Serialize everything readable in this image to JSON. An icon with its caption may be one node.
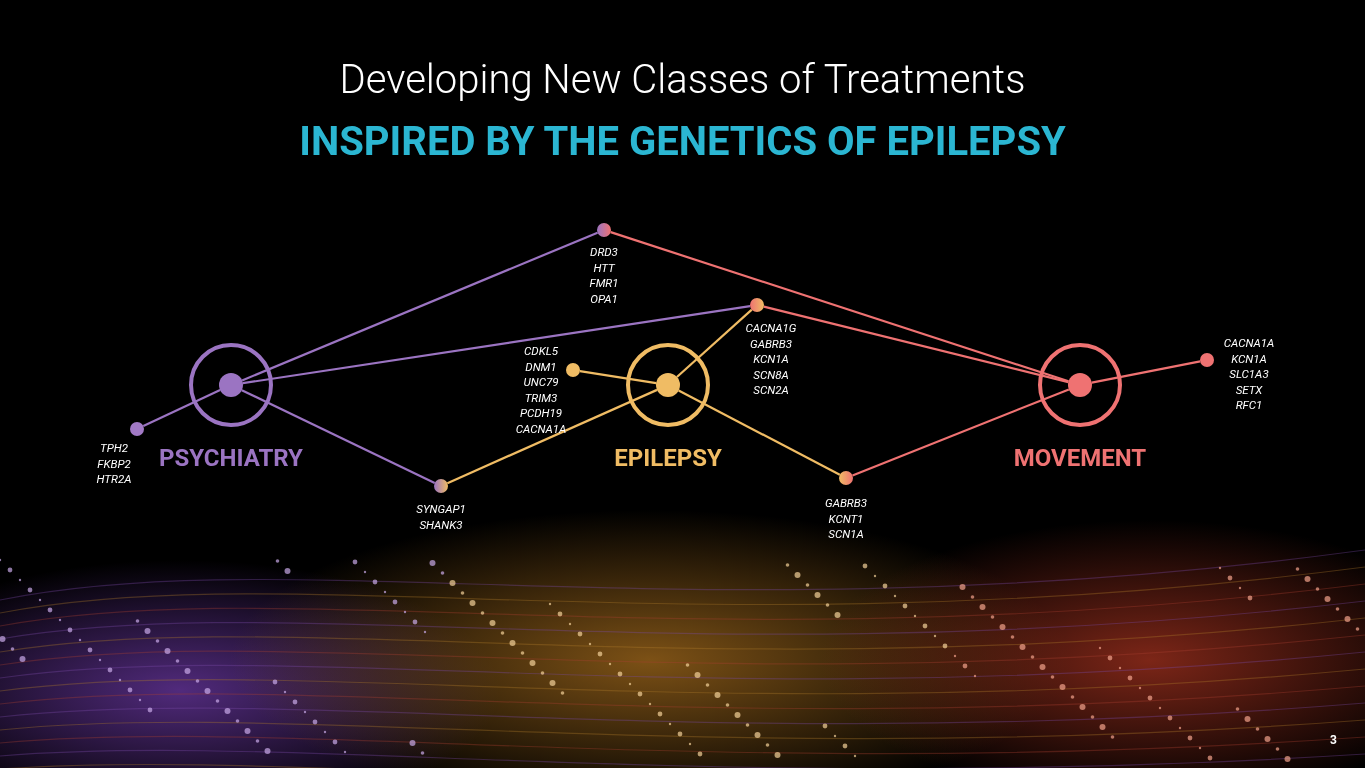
{
  "diagram": {
    "title": "Developing New Classes of Treatments",
    "nodes": [
      {
        "text": [
          "PSYCHIATRY"
        ]
      },
      {
        "text": [
          "EPILEPSY"
        ]
      },
      {
        "text": [
          "MOVEMENT"
        ]
      },
      {
        "text": [
          "TPH2 FKBP2 HTR2A"
        ]
      },
      {
        "text": [
          "DRD3 HTT FMR1 OPA1"
        ]
      },
      {
        "text": [
          "CACNA1G GABRB3 KCN1A SCN8A SCN2A"
        ]
      },
      {
        "text": [
          "CDKL5 DNM1 UNC79 TRIM3 PCDH19 CACNA1A"
        ]
      },
      {
        "text": [
          "SYNGAP1 SHANK3"
        ]
      },
      {
        "text": [
          "GABRB3 KCNT1 SCN1A"
        ]
      },
      {
        "text": [
          "CACNA1A KCN1A SLC1A3 SETX RFC1"
        ]
      }
    ],
    "edges": [
      {
        "from": 0,
        "to": 3,
        "arrow": "none",
        "color": "#9b74c2"
      },
      {
        "from": 0,
        "to": 4,
        "arrow": "none",
        "color": "#9b74c2"
      },
      {
        "from": 0,
        "to": 5,
        "arrow": "none",
        "color": "#9b74c2"
      },
      {
        "from": 0,
        "to": 7,
        "arrow": "none",
        "color": "#9b74c2"
      },
      {
        "from": 1,
        "to": 5,
        "arrow": "none",
        "color": "#f0bc64"
      },
      {
        "from": 1,
        "to": 6,
        "arrow": "none",
        "color": "#f0bc64"
      },
      {
        "from": 1,
        "to": 7,
        "arrow": "none",
        "color": "#f0bc64"
      },
      {
        "from": 1,
        "to": 8,
        "arrow": "none",
        "color": "#f0bc64"
      },
      {
        "from": 2,
        "to": 4,
        "arrow": "none",
        "color": "#ef7272"
      },
      {
        "from": 2,
        "to": 5,
        "arrow": "none",
        "color": "#ef7272"
      },
      {
        "from": 2,
        "to": 8,
        "arrow": "none",
        "color": "#ef7272"
      },
      {
        "from": 2,
        "to": 9,
        "arrow": "none",
        "color": "#ef7272"
      }
    ],
    "labels": [
      "INSPIRED BY THE GENETICS OF EPILEPSY",
      "3"
    ]
  }
}
